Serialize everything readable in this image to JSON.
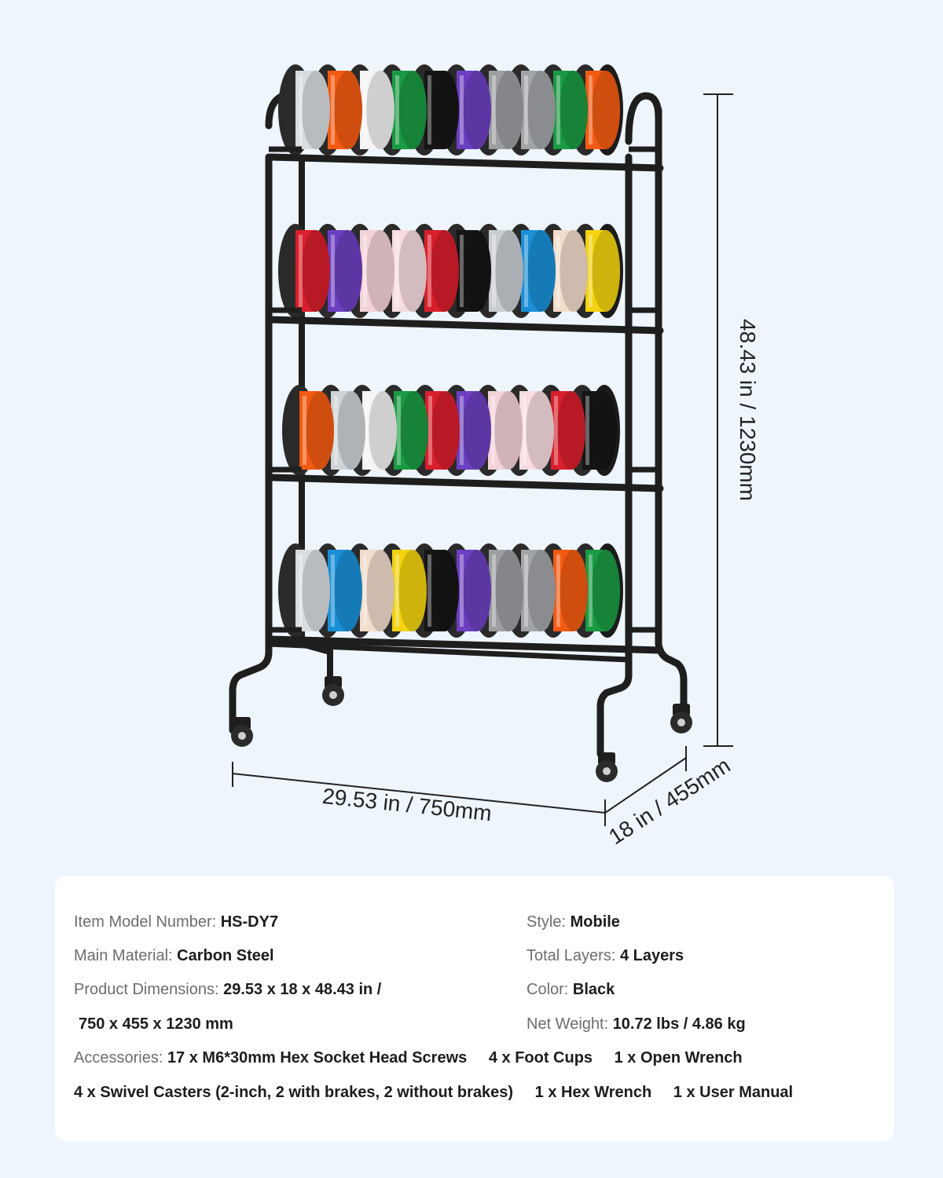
{
  "dimensions": {
    "height": "48.43 in / 1230mm",
    "width": "29.53 in / 750mm",
    "depth": "18 in / 455mm"
  },
  "colors": {
    "background": "#eef5fd",
    "frame": "#1e1e1e",
    "spool_rows": [
      [
        "#d9dde0",
        "#f25a12",
        "#f4f4f4",
        "#1a9a42",
        "#151515",
        "#6c3fc0",
        "#9c9ea1",
        "#a2a5a8",
        "#1a9a42",
        "#f25a12"
      ],
      [
        "#d91f2c",
        "#6c3fc0",
        "#f3d3d8",
        "#f7dde1",
        "#d91f2c",
        "#151515",
        "#c9cdd1",
        "#1a8fd6",
        "#f2dccb",
        "#f2d30e"
      ],
      [
        "#f25a12",
        "#cfd3d6",
        "#f4f4f4",
        "#1a9a42",
        "#d91f2c",
        "#6c3fc0",
        "#f3d3d8",
        "#f7dde1",
        "#d91f2c",
        "#151515"
      ],
      [
        "#d9dde0",
        "#1a8fd6",
        "#f2dccb",
        "#f2d30e",
        "#151515",
        "#6c3fc0",
        "#9c9ea1",
        "#a2a5a8",
        "#f25a12",
        "#1a9a42"
      ]
    ]
  },
  "specs": {
    "model_label": "Item Model Number:",
    "model_value": "HS-DY7",
    "style_label": "Style:",
    "style_value": "Mobile",
    "material_label": "Main Material:",
    "material_value": "Carbon Steel",
    "layers_label": "Total Layers:",
    "layers_value": "4 Layers",
    "dims_label": "Product Dimensions:",
    "dims_value": "29.53 x 18 x 48.43 in /",
    "dims_value_2": "750 x 455 x 1230 mm",
    "color_label": "Color:",
    "color_value": "Black",
    "weight_label": "Net Weight:",
    "weight_value": "10.72 lbs / 4.86 kg",
    "accessories_label": "Accessories:",
    "accessories": [
      "17 x M6*30mm Hex Socket Head Screws",
      "4 x Foot Cups",
      "1 x Open Wrench",
      "4 x Swivel Casters (2-inch, 2 with brakes, 2 without brakes)",
      "1 x Hex Wrench",
      "1 x User Manual"
    ]
  }
}
